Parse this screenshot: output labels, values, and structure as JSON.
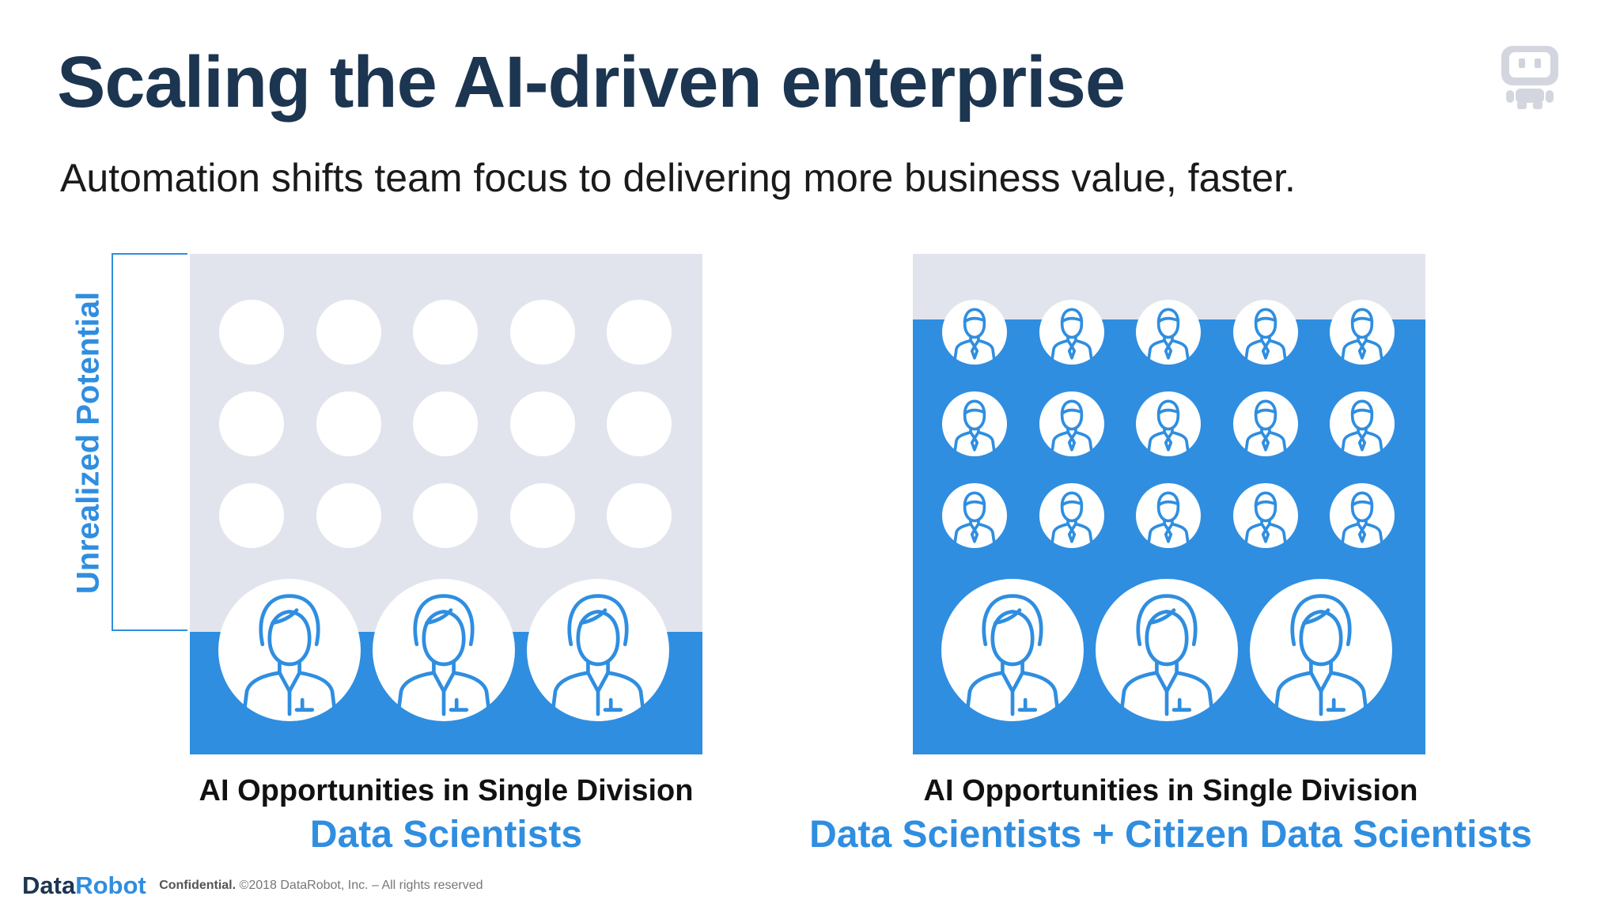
{
  "slide": {
    "title": "Scaling the AI-driven enterprise",
    "subtitle": "Automation shifts team focus to delivering more business value, faster."
  },
  "left_panel": {
    "bracket_label": "Unrealized Potential",
    "caption_line1": "AI Opportunities in Single Division",
    "caption_line2": "Data Scientists"
  },
  "right_panel": {
    "caption_line1": "AI Opportunities in Single Division",
    "caption_line2": "Data Scientists + Citizen Data Scientists"
  },
  "footer": {
    "logo_data": "Data",
    "logo_robot": "Robot",
    "confidential_label": "Confidential.",
    "copyright": "©2018 DataRobot, Inc. – All rights reserved"
  },
  "icons": {
    "brand_logo": "robot-icon",
    "small_person": "citizen-data-scientist-icon",
    "large_person": "data-scientist-icon"
  },
  "colors": {
    "title": "#1c3550",
    "accent_blue": "#2f8ee0",
    "panel_gray": "#e2e4ed"
  }
}
